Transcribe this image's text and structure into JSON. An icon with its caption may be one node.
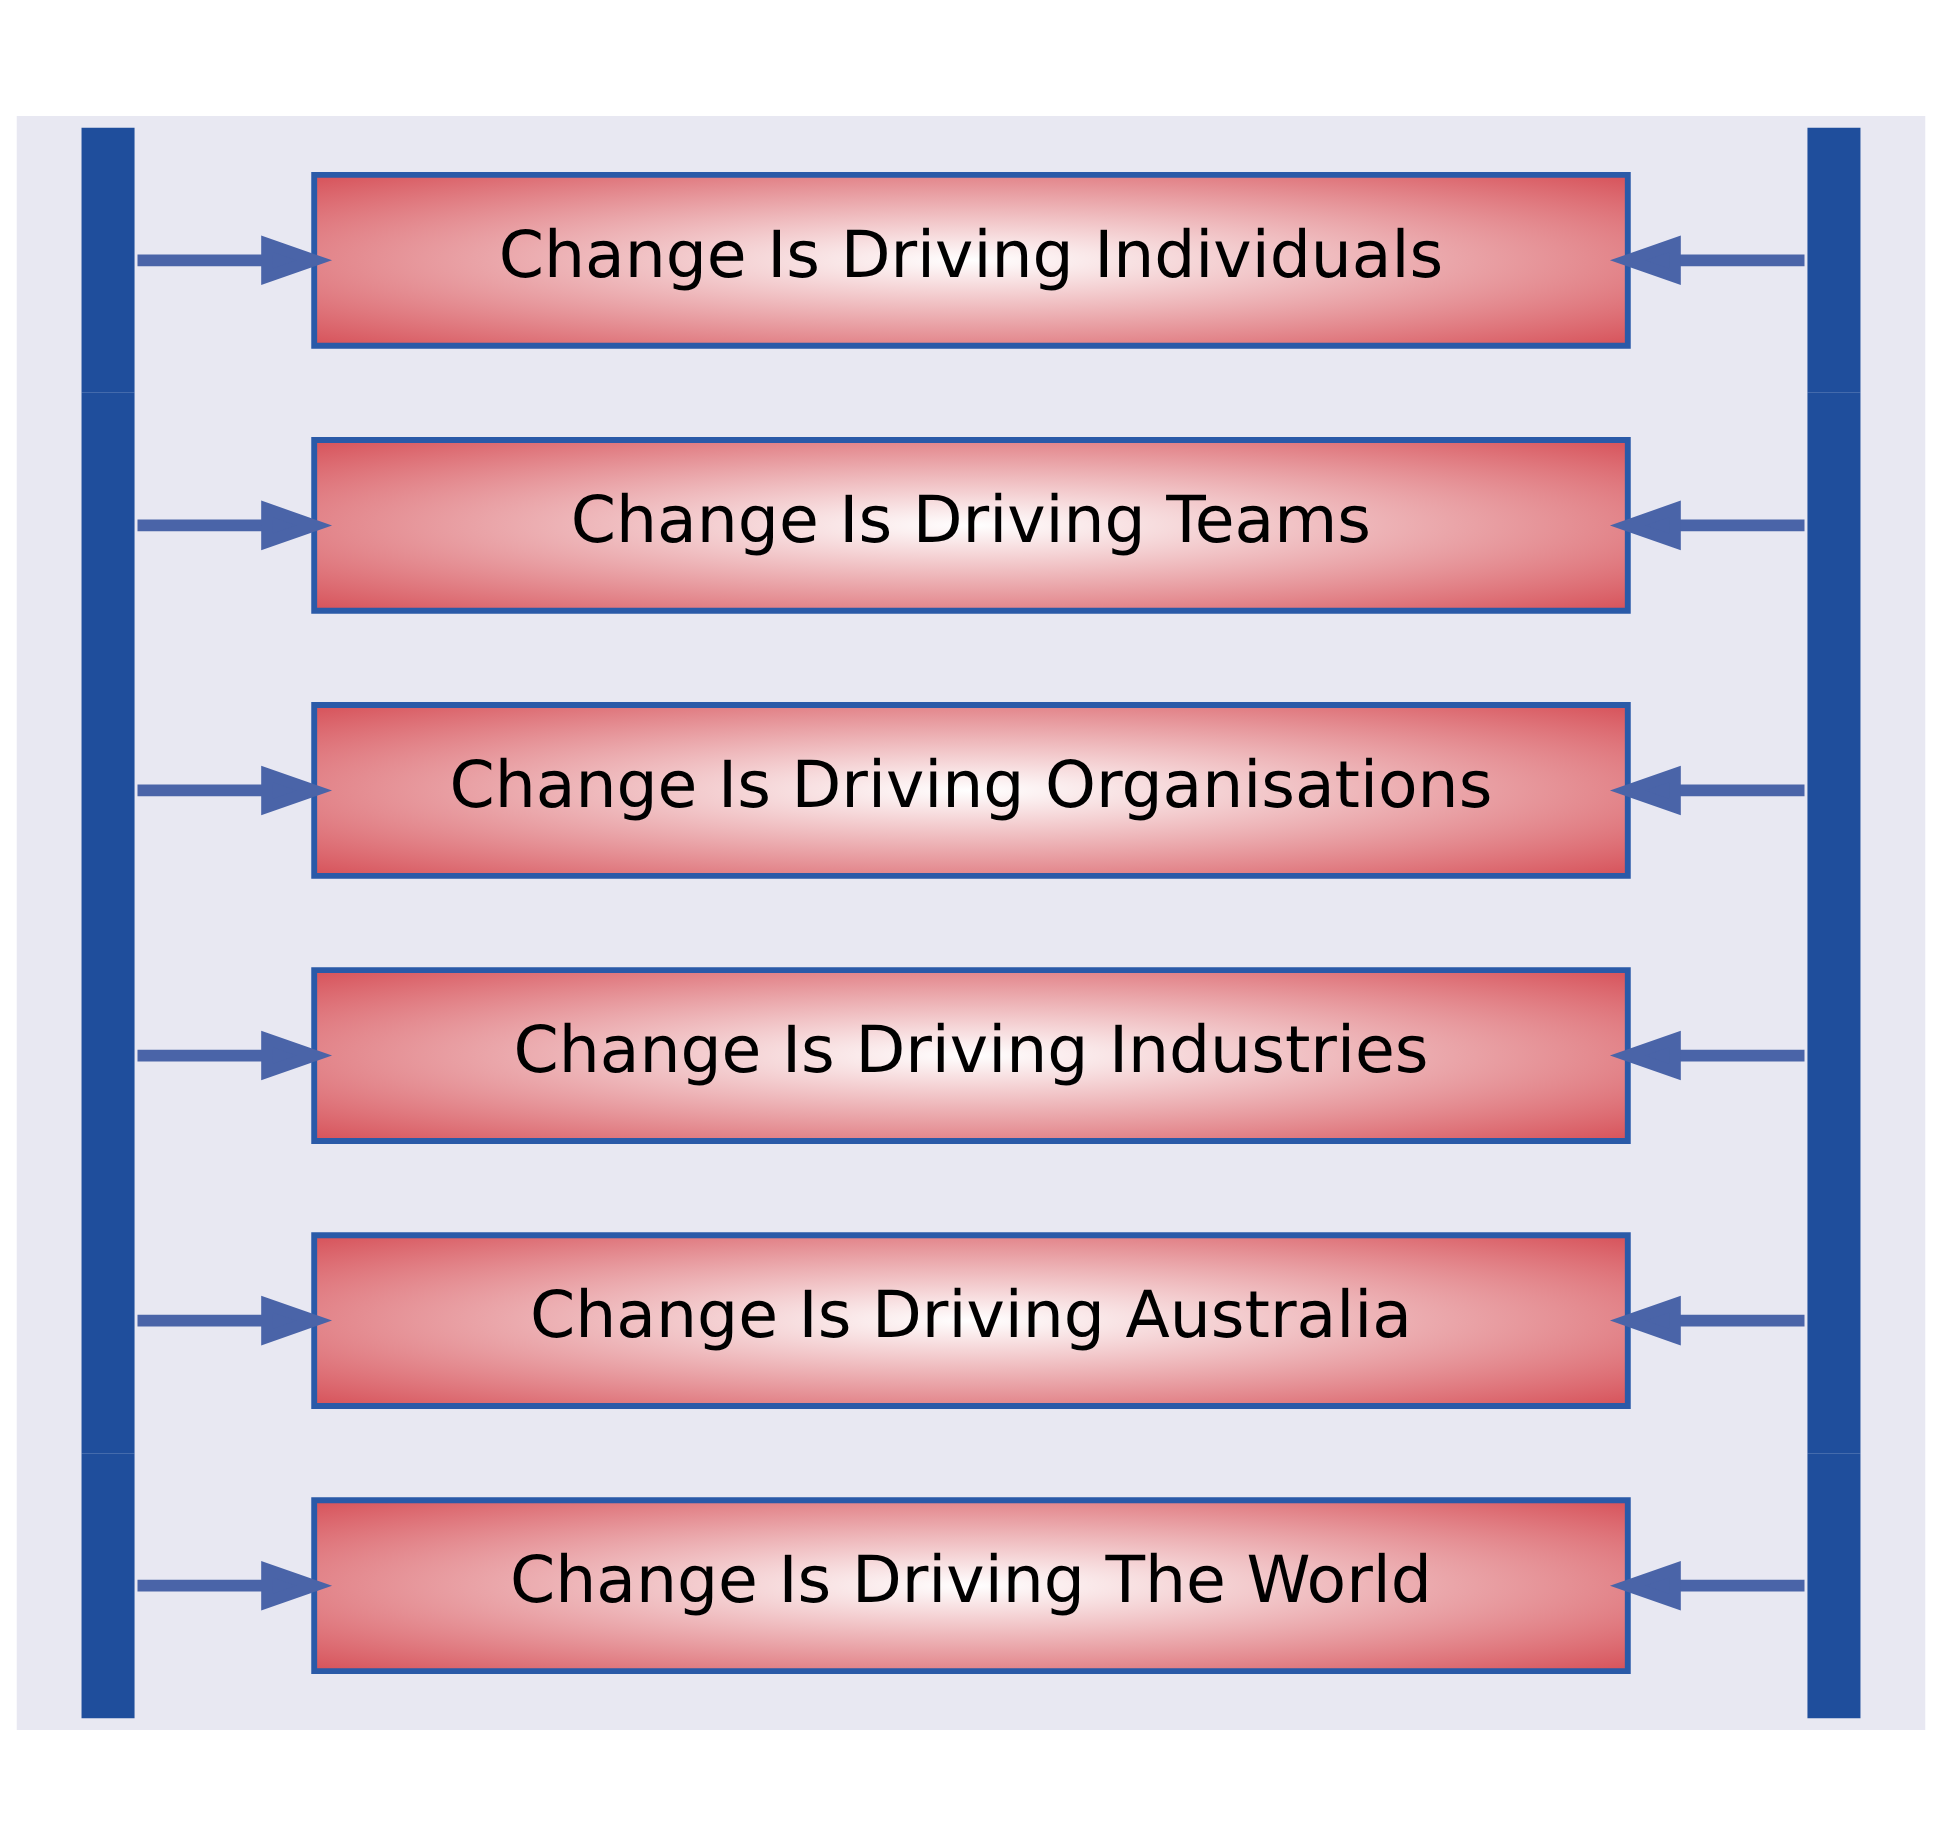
{
  "diagram": {
    "nodes": [
      {
        "text": [],
        "shape": "bar"
      },
      {
        "text": [
          "Change Is Driving Individuals"
        ]
      },
      {
        "text": [
          "Change Is Driving Teams"
        ]
      },
      {
        "text": [
          "Change Is Driving Organisations"
        ]
      },
      {
        "text": [
          "Change Is Driving Industries"
        ]
      },
      {
        "text": [
          "Change Is Driving Australia"
        ]
      },
      {
        "text": [
          "Change Is Driving The World"
        ]
      },
      {
        "text": [],
        "shape": "bar"
      }
    ],
    "edges": [
      {
        "from": 0,
        "to": 1,
        "arrow": "to"
      },
      {
        "from": 0,
        "to": 2,
        "arrow": "to"
      },
      {
        "from": 0,
        "to": 3,
        "arrow": "to"
      },
      {
        "from": 0,
        "to": 4,
        "arrow": "to"
      },
      {
        "from": 0,
        "to": 5,
        "arrow": "to"
      },
      {
        "from": 0,
        "to": 6,
        "arrow": "to"
      },
      {
        "from": 7,
        "to": 1,
        "arrow": "to"
      },
      {
        "from": 7,
        "to": 2,
        "arrow": "to"
      },
      {
        "from": 7,
        "to": 3,
        "arrow": "to"
      },
      {
        "from": 7,
        "to": 4,
        "arrow": "to"
      },
      {
        "from": 7,
        "to": 5,
        "arrow": "to"
      },
      {
        "from": 7,
        "to": 6,
        "arrow": "to"
      }
    ]
  }
}
